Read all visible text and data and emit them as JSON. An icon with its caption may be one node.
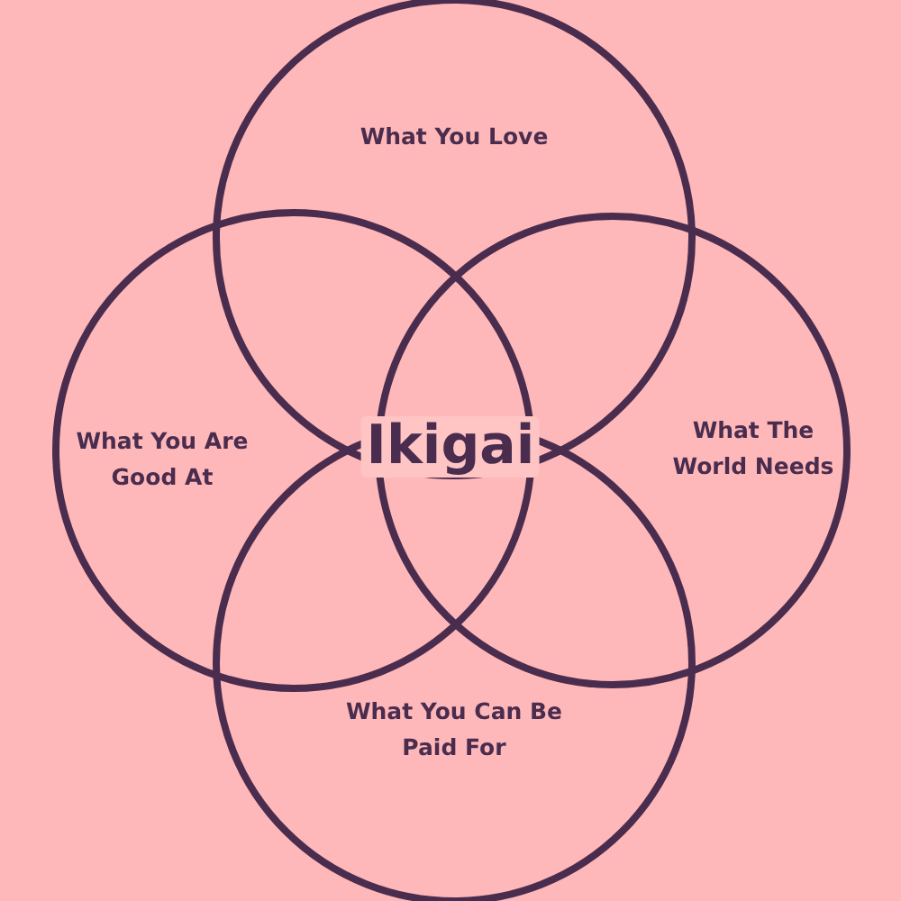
{
  "diagram": {
    "nodes": [
      {
        "text": [
          "What You Love"
        ]
      },
      {
        "text": [
          "What You Are Good At"
        ]
      },
      {
        "text": [
          "What The World Needs"
        ]
      },
      {
        "text": [
          "What You Can Be Paid For"
        ]
      }
    ],
    "labels": [
      "Ikigai"
    ]
  }
}
